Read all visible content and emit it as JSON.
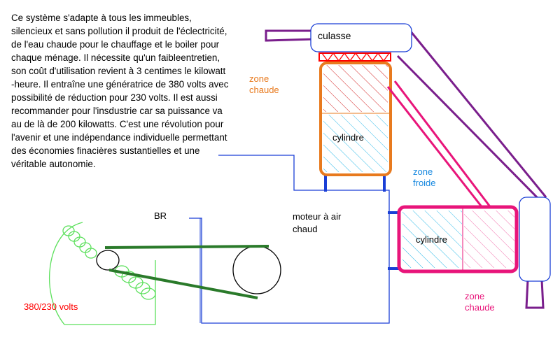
{
  "description_text": "Ce système s'adapte à tous les immeubles, silencieux et sans pollution il produit de l'éclectricité, de l'eau chaude pour le chauffage et le boiler pour chaque ménage. Il nécessite qu'un faibleentretien, son coût d'utilisation revient à 3 centimes le kilowatt -heure. Il entraîne une génératrice de 380 volts avec possibilité de réduction pour 230 volts. Il est aussi recommander pour l'insdustrie car sa puissance va au de là de 200 kilowatts. C'est une révolution pour l'avenir et une indépendance individuelle permettant des économies finacières sustantielles et une véritable autonomie.",
  "labels": {
    "culasse": "culasse",
    "zone_chaude_top": "zone chaude",
    "cylindre_top": "cylindre",
    "zone_froide": "zone froide",
    "cylindre_right": "cylindre",
    "zone_chaude_bottom": "zone chaude",
    "br": "BR",
    "moteur": "moteur à air chaud",
    "voltage": "380/230 volts"
  },
  "colors": {
    "orange": "#e87a1e",
    "magenta": "#e8157a",
    "purple": "#7a1e8c",
    "blue": "#1a3fd6",
    "cyan": "#2ab8e8",
    "green": "#2a7a2a",
    "light_green": "#5ce05c",
    "red": "#ff0000",
    "dark_red": "#d01818",
    "pink": "#f06aa8"
  }
}
